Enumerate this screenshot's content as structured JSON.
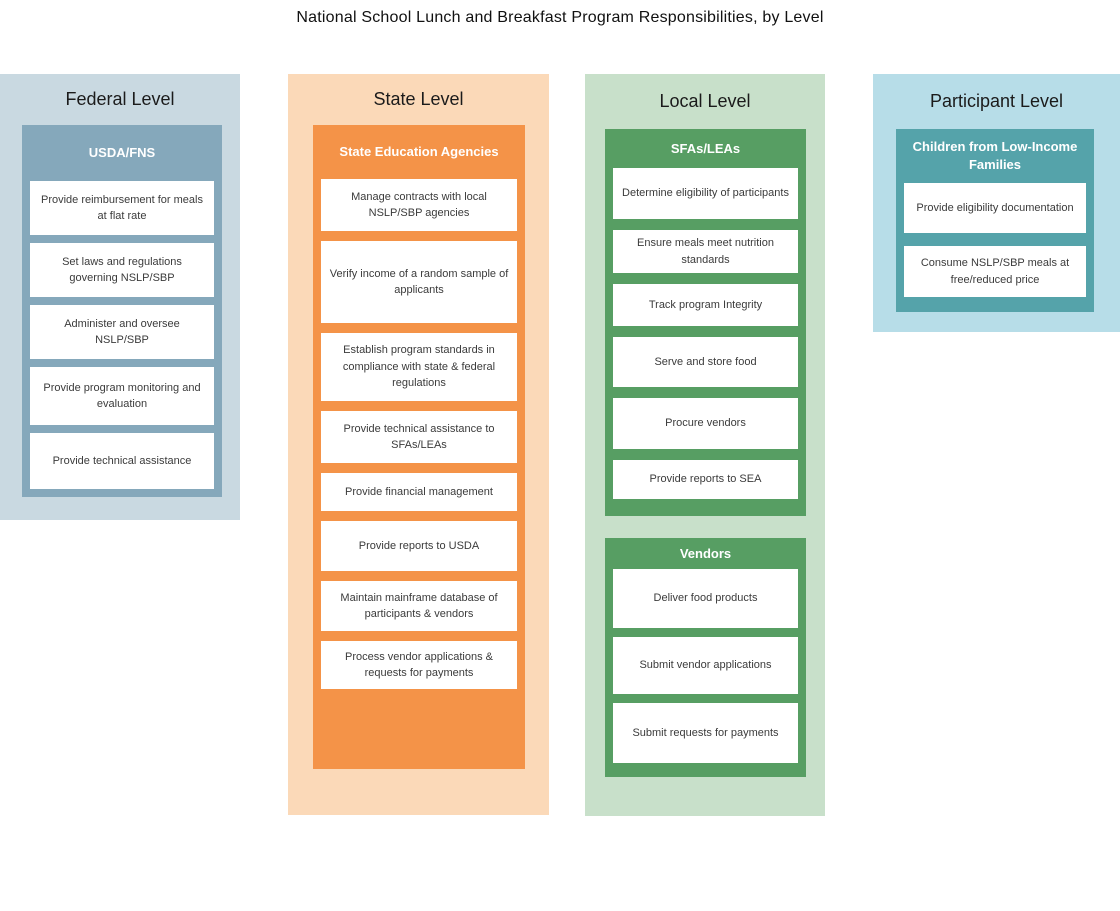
{
  "title": "National School Lunch and Breakfast Program Responsibilities, by Level",
  "columns": [
    {
      "id": "federal",
      "level_label": "Federal Level",
      "panel_color": "#C9D9E1",
      "accent_color": "#85A8BB",
      "groups": [
        {
          "header": "USDA/FNS",
          "items": [
            "Provide reimbursement for meals at flat rate",
            "Set laws and regulations governing NSLP/SBP",
            "Administer and oversee NSLP/SBP",
            "Provide program monitoring and evaluation",
            "Provide technical assistance"
          ]
        }
      ]
    },
    {
      "id": "state",
      "level_label": "State Level",
      "panel_color": "#FBD9B8",
      "accent_color": "#F49348",
      "groups": [
        {
          "header": "State Education Agencies",
          "items": [
            "Manage contracts with local NSLP/SBP agencies",
            "Verify income of a random sample of applicants",
            "Establish program standards in compliance with state & federal regulations",
            "Provide technical assistance to SFAs/LEAs",
            "Provide financial management",
            "Provide reports to USDA",
            "Maintain mainframe database of participants & vendors",
            "Process vendor applications & requests for payments"
          ]
        }
      ]
    },
    {
      "id": "local",
      "level_label": "Local Level",
      "panel_color": "#C8E0CA",
      "accent_color": "#579E63",
      "groups": [
        {
          "header": "SFAs/LEAs",
          "items": [
            "Determine eligibility of participants",
            "Ensure meals meet nutrition standards",
            "Track program Integrity",
            "Serve and store food",
            "Procure vendors",
            "Provide reports to SEA"
          ]
        },
        {
          "header": "Vendors",
          "items": [
            "Deliver food products",
            "Submit vendor applications",
            "Submit requests for payments"
          ]
        }
      ]
    },
    {
      "id": "participant",
      "level_label": "Participant Level",
      "panel_color": "#B7DDE8",
      "accent_color": "#55A3AA",
      "groups": [
        {
          "header": "Children from Low-Income Families",
          "items": [
            "Provide eligibility documentation",
            "Consume NSLP/SBP meals at free/reduced price"
          ]
        }
      ]
    }
  ]
}
